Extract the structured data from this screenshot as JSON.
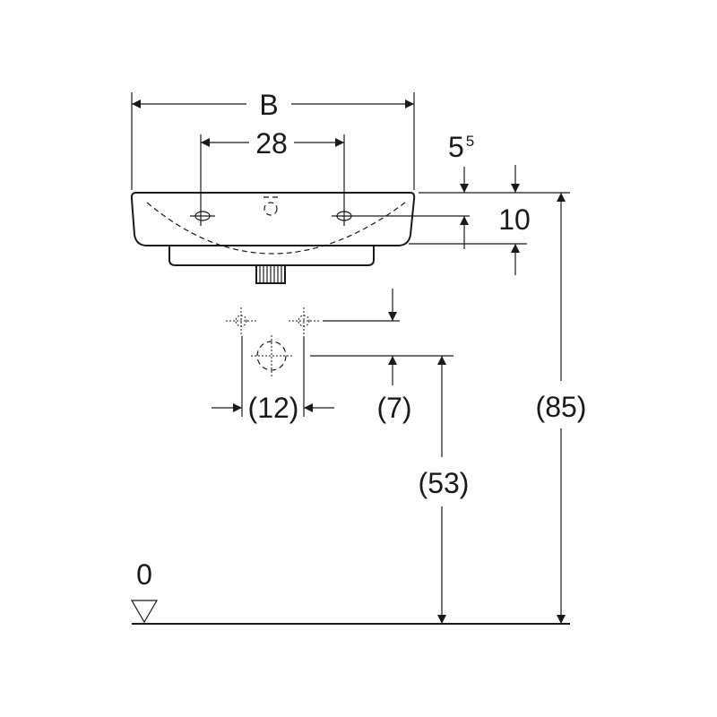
{
  "labels": {
    "width_b": "B",
    "tap_hole_spacing": "28",
    "rim_offset_base": "5",
    "rim_offset_sup": "5",
    "rim_height": "10",
    "supply_spacing": "(12)",
    "supply_offset": "(7)",
    "waste_height": "(53)",
    "rim_total_height": "(85)",
    "floor_level": "0"
  }
}
